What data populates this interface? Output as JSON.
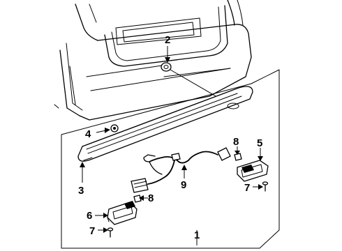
{
  "diagram": {
    "callouts": [
      {
        "id": "c1",
        "label": "1"
      },
      {
        "id": "c2",
        "label": "2"
      },
      {
        "id": "c3",
        "label": "3"
      },
      {
        "id": "c4",
        "label": "4"
      },
      {
        "id": "c5",
        "label": "5"
      },
      {
        "id": "c6",
        "label": "6"
      },
      {
        "id": "c7a",
        "label": "7"
      },
      {
        "id": "c7b",
        "label": "7"
      },
      {
        "id": "c8a",
        "label": "8"
      },
      {
        "id": "c8b",
        "label": "8"
      },
      {
        "id": "c9",
        "label": "9"
      }
    ]
  }
}
